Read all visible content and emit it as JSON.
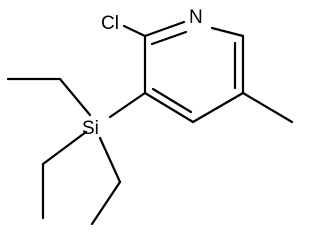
{
  "molecule": {
    "atoms": {
      "nitrogen": "N",
      "chlorine": "Cl",
      "silicon": "Si"
    },
    "colors": {
      "bond": "#000000",
      "label": "#000000",
      "background": "#ffffff"
    }
  }
}
